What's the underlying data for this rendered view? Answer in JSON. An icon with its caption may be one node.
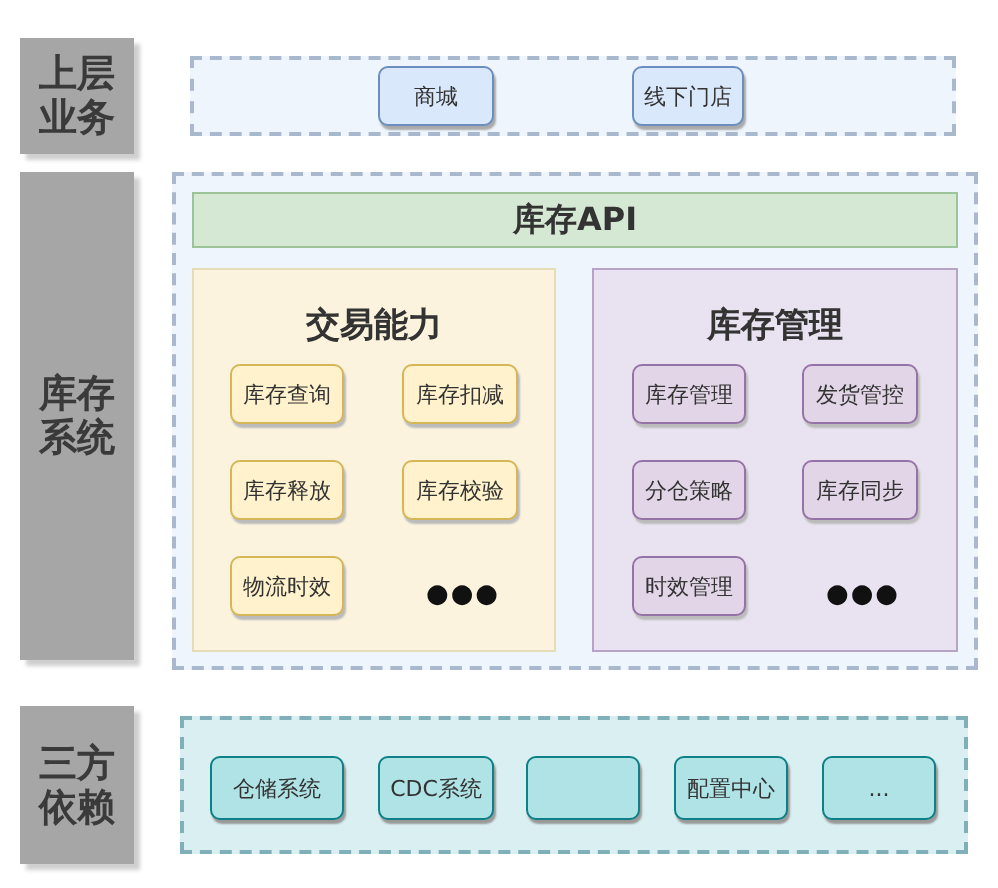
{
  "diagram": {
    "nodes": [
      {
        "text": [
          "上层业务"
        ]
      },
      {
        "text": [],
        "shape": "box"
      },
      {
        "text": [
          "商城"
        ],
        "in": 1
      },
      {
        "text": [
          "线下门店"
        ],
        "in": 1
      },
      {
        "text": [
          "库存系统"
        ]
      },
      {
        "text": [],
        "shape": "box"
      },
      {
        "text": [
          "库存API"
        ],
        "in": 5
      },
      {
        "text": [
          "交易能力"
        ],
        "in": 5
      },
      {
        "text": [
          "库存查询"
        ],
        "in": 7
      },
      {
        "text": [
          "库存扣减"
        ],
        "in": 7
      },
      {
        "text": [
          "库存释放"
        ],
        "in": 7
      },
      {
        "text": [
          "库存校验"
        ],
        "in": 7
      },
      {
        "text": [
          "物流时效"
        ],
        "in": 7
      },
      {
        "text": [
          "库存管理"
        ],
        "in": 5
      },
      {
        "text": [
          "库存管理"
        ],
        "in": 13
      },
      {
        "text": [
          "发货管控"
        ],
        "in": 13
      },
      {
        "text": [
          "分仓策略"
        ],
        "in": 13
      },
      {
        "text": [
          "库存同步"
        ],
        "in": 13
      },
      {
        "text": [
          "时效管理"
        ],
        "in": 13
      },
      {
        "text": [
          "三方依赖"
        ]
      },
      {
        "text": [],
        "shape": "box"
      },
      {
        "text": [
          "仓储系统"
        ],
        "in": 20
      },
      {
        "text": [
          "CDC系统"
        ],
        "in": 20
      },
      {
        "text": [],
        "shape": "box",
        "in": 20
      },
      {
        "text": [
          "配置中心"
        ],
        "in": 20
      },
      {
        "text": [
          "..."
        ],
        "in": 20
      }
    ],
    "labels": [
      "●●●",
      "●●●"
    ]
  }
}
